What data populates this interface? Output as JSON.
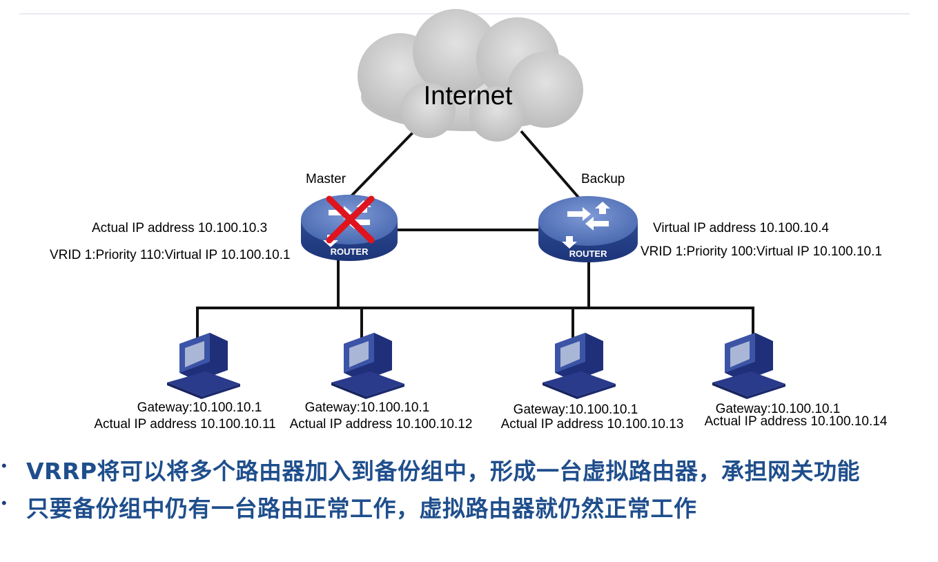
{
  "cloud": {
    "label": "Internet"
  },
  "routers": {
    "master": {
      "role": "Master",
      "badge": "ROUTER",
      "status": "failed"
    },
    "backup": {
      "role": "Backup",
      "badge": "ROUTER",
      "status": "ok"
    }
  },
  "master_info": {
    "actual_ip": "Actual IP address 10.100.10.3",
    "vrid": "VRID 1:Priority 110:Virtual IP  10.100.10.1"
  },
  "backup_info": {
    "virtual_ip": "Virtual IP address 10.100.10.4",
    "vrid": "VRID 1:Priority 100:Virtual IP  10.100.10.1"
  },
  "hosts": [
    {
      "gateway": "Gateway:10.100.10.1",
      "actual_ip": "Actual IP address 10.100.10.11"
    },
    {
      "gateway": "Gateway:10.100.10.1",
      "actual_ip": "Actual IP address 10.100.10.12"
    },
    {
      "gateway": "Gateway:10.100.10.1",
      "actual_ip": "Actual IP address 10.100.10.13"
    },
    {
      "gateway": "Gateway:10.100.10.1",
      "actual_ip": "Actual IP address 10.100.10.14"
    }
  ],
  "bullets": [
    "VRRP将可以将多个路由器加入到备份组中，形成一台虚拟路由器，承担网关功能",
    "只要备份组中仍有一台路由正常工作，虚拟路由器就仍然正常工作"
  ],
  "colors": {
    "router_blue": "#3d5ea8",
    "router_top": "#5b7cc4",
    "host_blue": "#2c3f8f",
    "fail_red": "#e0141c",
    "bullet_text": "#1f4e8c"
  }
}
